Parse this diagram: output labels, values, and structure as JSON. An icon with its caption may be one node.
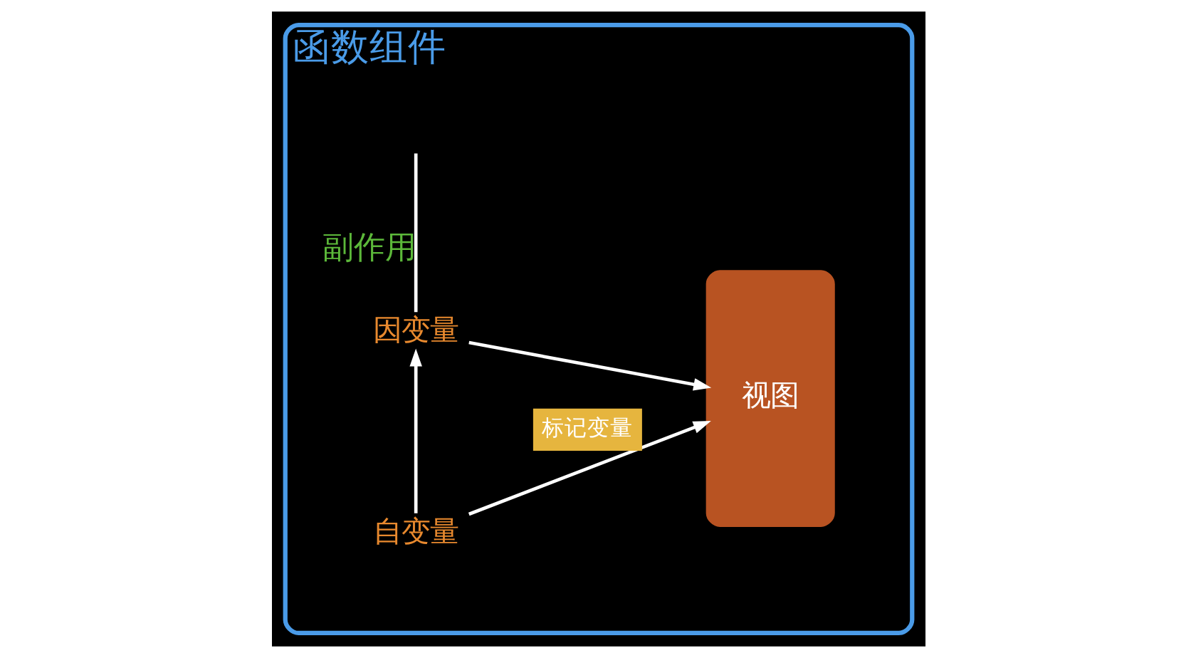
{
  "diagram": {
    "nodes": [
      {
        "text": [
          "函数组件"
        ]
      },
      {
        "text": [
          "因变量"
        ],
        "in": 0
      },
      {
        "text": [
          "自变量"
        ],
        "in": 0
      },
      {
        "text": [
          "视图"
        ],
        "in": 0
      }
    ],
    "edges": [
      {
        "from": 2,
        "to": 1,
        "arrow": "to"
      },
      {
        "from": 1,
        "to": 3,
        "arrow": "to"
      },
      {
        "from": 2,
        "to": 3,
        "arrow": "to",
        "label": "标记变量"
      },
      {
        "from": 1,
        "to": null,
        "arrow": "none",
        "label": "副作用"
      }
    ]
  }
}
